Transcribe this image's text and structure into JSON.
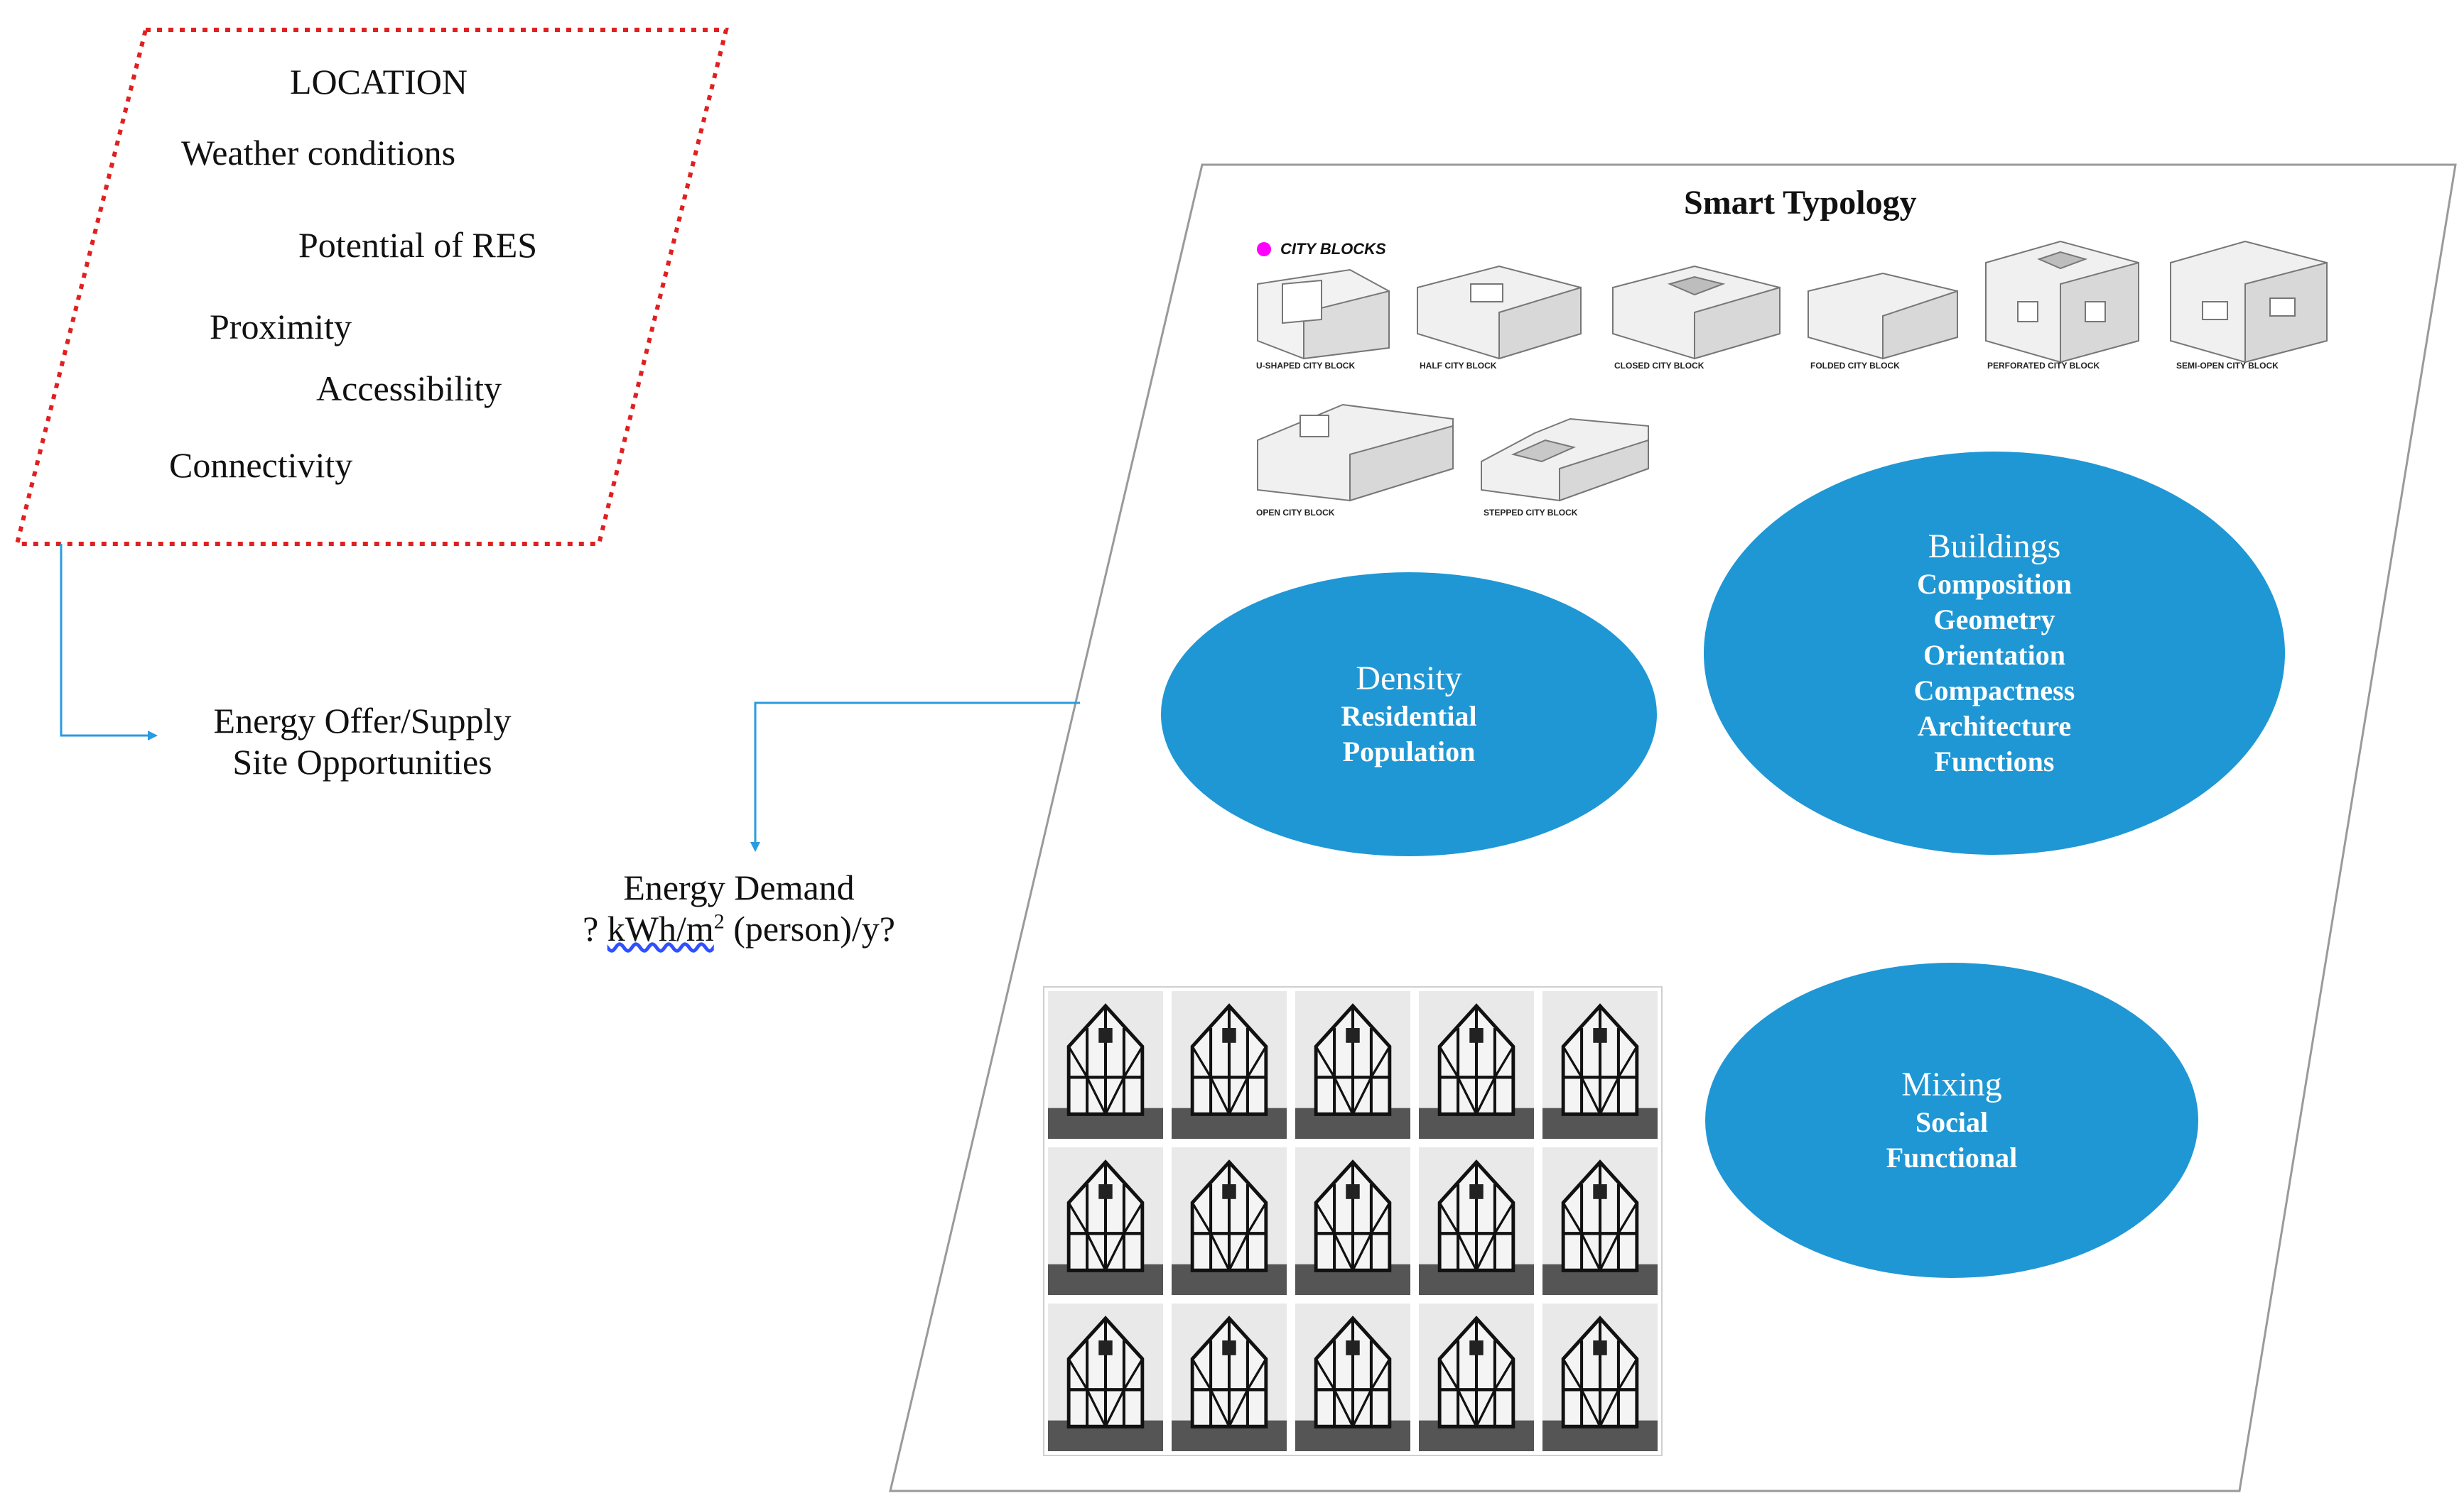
{
  "location": {
    "title": "LOCATION",
    "items": [
      "Weather conditions",
      "Potential of RES",
      "Proximity",
      "Accessibility",
      "Connectivity"
    ]
  },
  "supply": {
    "line1": "Energy Offer/Supply",
    "line2": "Site Opportunities"
  },
  "demand": {
    "line1": "Energy Demand",
    "pre": "? ",
    "unit": "kWh/m",
    "sup": "2",
    "post": " (person)/y?"
  },
  "typology": {
    "title": "Smart Typology",
    "city_blocks_header": "CITY BLOCKS",
    "blocks": [
      "U-SHAPED CITY BLOCK",
      "HALF CITY BLOCK",
      "CLOSED CITY BLOCK",
      "FOLDED CITY BLOCK",
      "PERFORATED CITY BLOCK",
      "SEMI-OPEN CITY BLOCK",
      "OPEN CITY BLOCK",
      "STEPPED CITY BLOCK"
    ]
  },
  "ellipses": {
    "density": {
      "title": "Density",
      "items": [
        "Residential",
        "Population"
      ]
    },
    "buildings": {
      "title": "Buildings",
      "items": [
        "Composition",
        "Geometry",
        "Orientation",
        "Compactness",
        "Architecture",
        "Functions"
      ]
    },
    "mixing": {
      "title": "Mixing",
      "items": [
        "Social",
        "Functional"
      ]
    }
  },
  "colors": {
    "accent": "#1f97d4",
    "dotted_border": "#e02020",
    "arrow": "#2a9be0",
    "magenta_dot": "#ff00ff"
  }
}
